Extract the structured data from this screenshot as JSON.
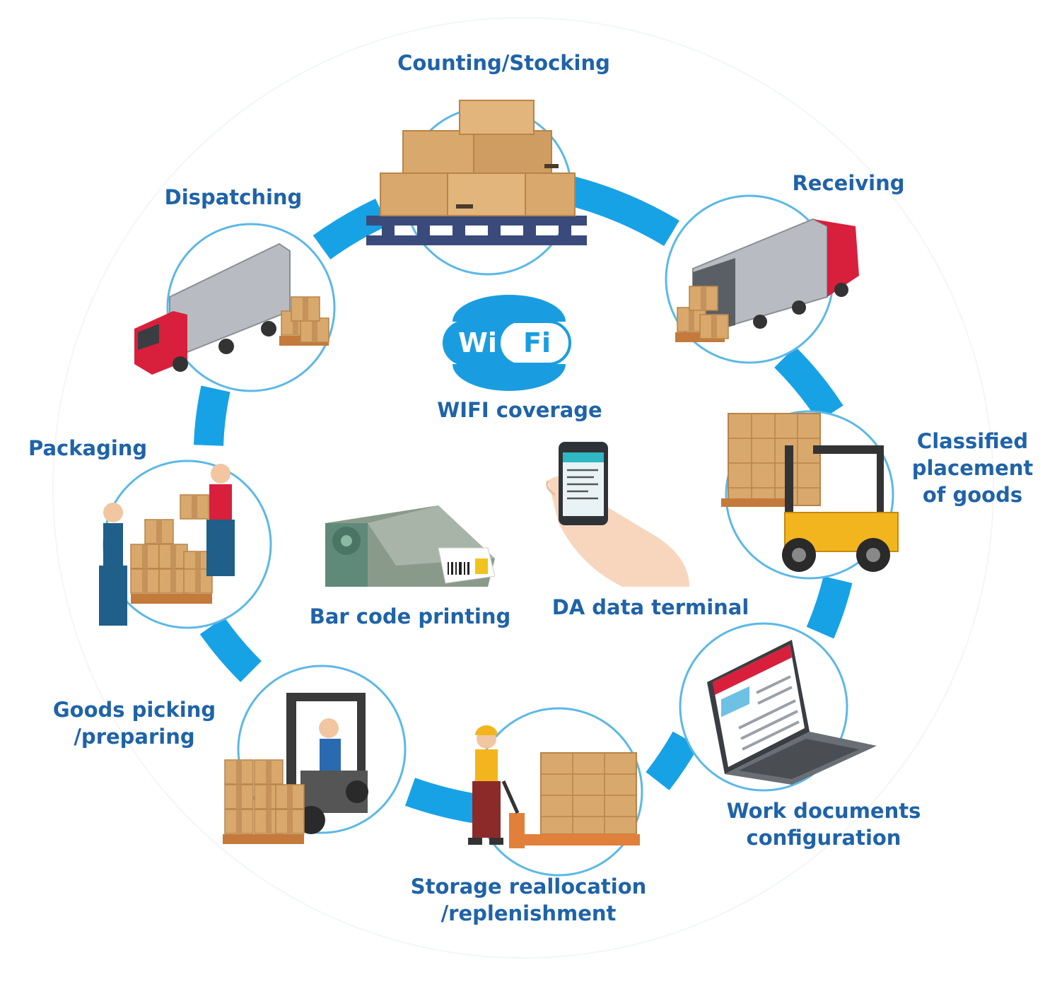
{
  "colors": {
    "ring": "#17a2e6",
    "label": "#1f63a8",
    "circle_stroke": "#5cb8e6",
    "box": "#d8a86c",
    "truck_red": "#d81f3c",
    "trailer_gray": "#b8bcc2",
    "forklift_yellow": "#f2b51d",
    "wifi_blue": "#1a9de0"
  },
  "center": {
    "wifi": {
      "left": "Wi",
      "right": "Fi",
      "caption": "WIFI coverage"
    },
    "barcode": {
      "caption": "Bar code printing",
      "icon": "barcode-printer-icon"
    },
    "terminal": {
      "caption": "DA data terminal",
      "icon": "handheld-terminal-icon"
    }
  },
  "stages": [
    {
      "id": "counting",
      "label_lines": [
        "Counting/Stocking"
      ],
      "icon": "stacked-boxes-pallet-icon"
    },
    {
      "id": "receiving",
      "label_lines": [
        "Receiving"
      ],
      "icon": "truck-unloading-icon"
    },
    {
      "id": "classified",
      "label_lines": [
        "Classified",
        "placement",
        "of goods"
      ],
      "icon": "forklift-shelf-icon"
    },
    {
      "id": "workdocs",
      "label_lines": [
        "Work documents",
        "configuration"
      ],
      "icon": "laptop-icon"
    },
    {
      "id": "storage",
      "label_lines": [
        "Storage reallocation",
        "/replenishment"
      ],
      "icon": "pallet-jack-worker-icon"
    },
    {
      "id": "picking",
      "label_lines": [
        "Goods picking",
        "/preparing"
      ],
      "icon": "forklift-driver-icon"
    },
    {
      "id": "packaging",
      "label_lines": [
        "Packaging"
      ],
      "icon": "workers-packing-icon"
    },
    {
      "id": "dispatching",
      "label_lines": [
        "Dispatching"
      ],
      "icon": "truck-dispatch-icon"
    }
  ]
}
